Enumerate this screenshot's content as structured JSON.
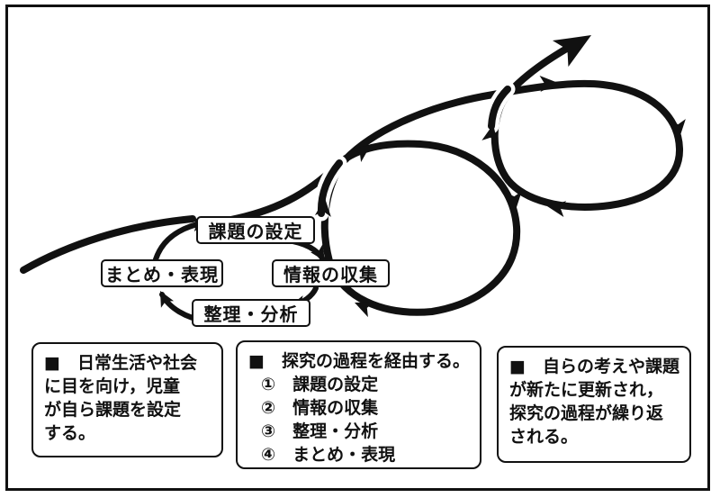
{
  "frame": {
    "border_color": "#111111",
    "background": "#ffffff"
  },
  "spiral": {
    "icon": "spiral-arrow-icon",
    "ink_color": "#111111"
  },
  "cycle": {
    "steps": [
      {
        "label": "課題の設定"
      },
      {
        "label": "情報の収集"
      },
      {
        "label": "整理・分析"
      },
      {
        "label": "まとめ・表現"
      }
    ]
  },
  "notes": [
    {
      "lines": [
        "■　日常生活や社会",
        "に目を向け，児童",
        "が自ら課題を設定",
        "する。"
      ]
    },
    {
      "lines": [
        "■　探究の過程を経由する。",
        "①　課題の設定",
        "②　情報の収集",
        "③　整理・分析",
        "④　まとめ・表現"
      ]
    },
    {
      "lines": [
        "■　自らの考えや課題",
        "が新たに更新され，",
        "探究の過程が繰り返",
        "される。"
      ]
    }
  ]
}
